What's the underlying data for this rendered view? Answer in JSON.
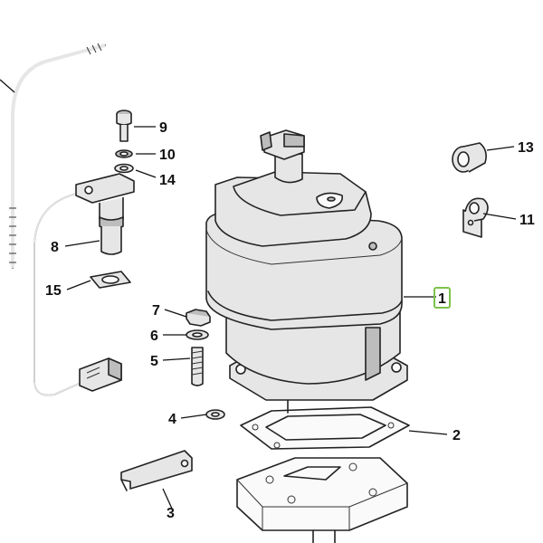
{
  "callouts": [
    {
      "id": "1",
      "label": "1",
      "highlighted": true
    },
    {
      "id": "2",
      "label": "2"
    },
    {
      "id": "3",
      "label": "3"
    },
    {
      "id": "4",
      "label": "4"
    },
    {
      "id": "5",
      "label": "5"
    },
    {
      "id": "6",
      "label": "6"
    },
    {
      "id": "7",
      "label": "7"
    },
    {
      "id": "8",
      "label": "8"
    },
    {
      "id": "9",
      "label": "9"
    },
    {
      "id": "10",
      "label": "10"
    },
    {
      "id": "11",
      "label": "11"
    },
    {
      "id": "13",
      "label": "13"
    },
    {
      "id": "14",
      "label": "14"
    },
    {
      "id": "15",
      "label": "15"
    }
  ],
  "colors": {
    "highlight": "#7dc24b",
    "line": "#222222",
    "fill": "#e6e6e6"
  }
}
